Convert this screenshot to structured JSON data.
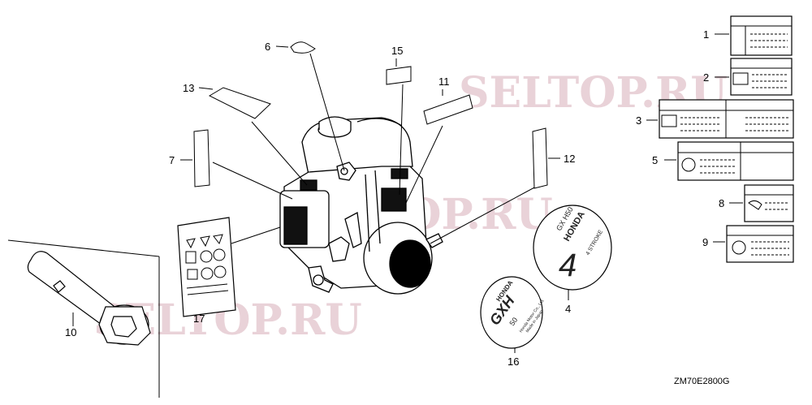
{
  "watermark": "SELTOP.RU",
  "drawing_code": "ZM70E2800G",
  "callouts": [
    {
      "id": "c1",
      "text": "1"
    },
    {
      "id": "c2",
      "text": "2"
    },
    {
      "id": "c3",
      "text": "3"
    },
    {
      "id": "c4",
      "text": "4"
    },
    {
      "id": "c5",
      "text": "5"
    },
    {
      "id": "c6",
      "text": "6"
    },
    {
      "id": "c7",
      "text": "7"
    },
    {
      "id": "c8",
      "text": "8"
    },
    {
      "id": "c9",
      "text": "9"
    },
    {
      "id": "c10",
      "text": "10"
    },
    {
      "id": "c11",
      "text": "11"
    },
    {
      "id": "c12",
      "text": "12"
    },
    {
      "id": "c13",
      "text": "13"
    },
    {
      "id": "c15",
      "text": "15"
    },
    {
      "id": "c16",
      "text": "16"
    },
    {
      "id": "c17",
      "text": "17"
    }
  ],
  "emblem_4": {
    "model": "GX H50",
    "brand": "HONDA",
    "stroke": "4 STROKE"
  },
  "emblem_16": {
    "brand": "HONDA",
    "model": "GXH",
    "size": "50",
    "maker": "Honda Motor Co., Ltd.",
    "origin": "Made in Japan"
  }
}
